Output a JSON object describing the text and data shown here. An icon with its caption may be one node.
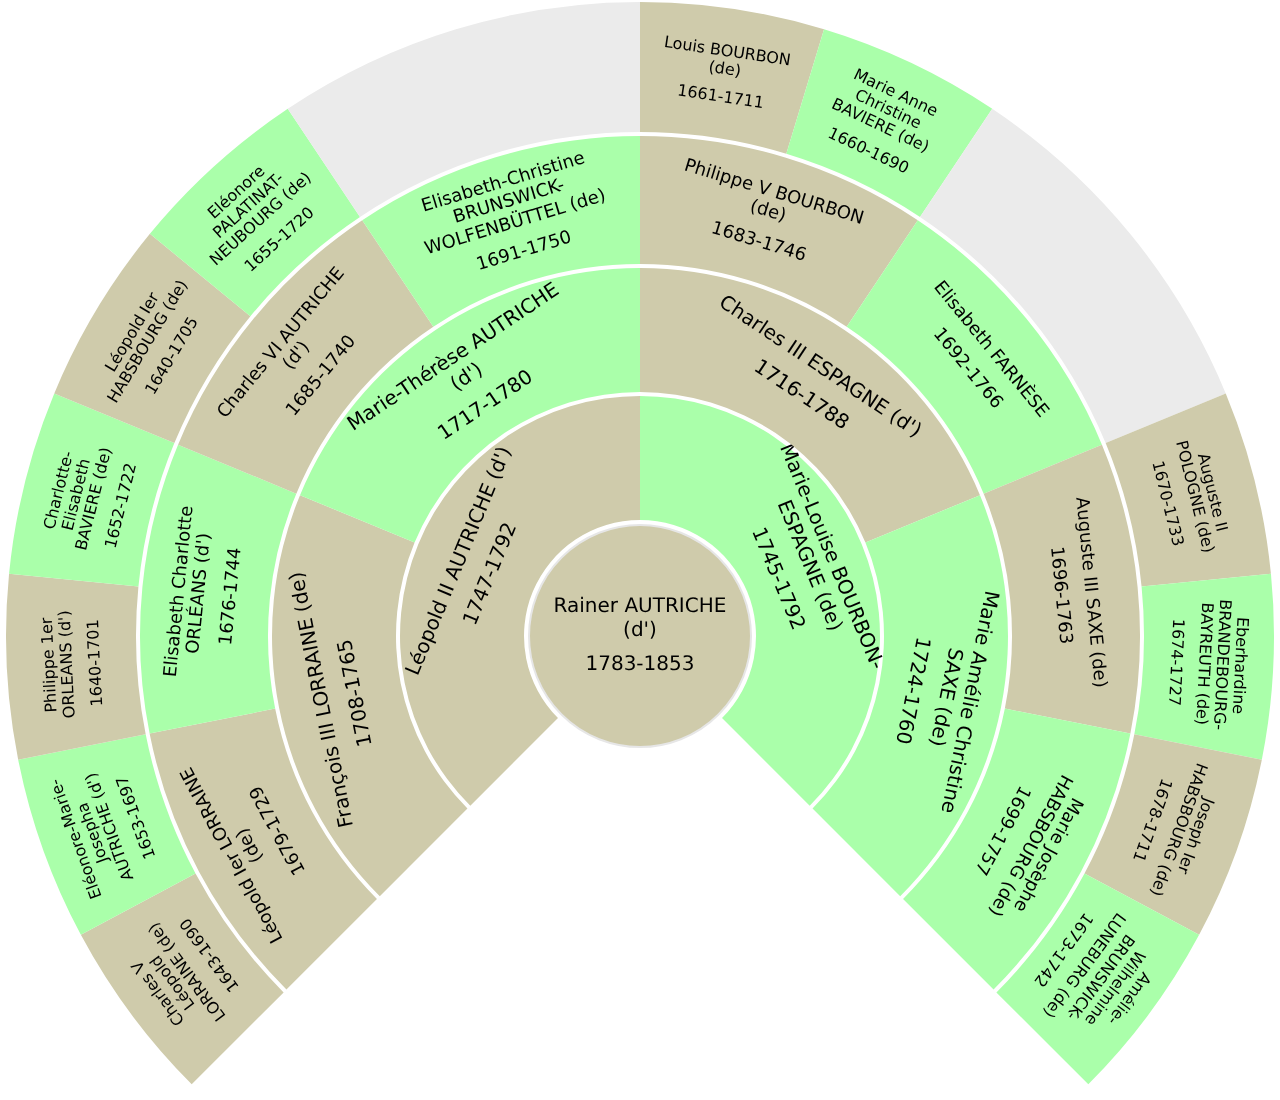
{
  "diagram": {
    "nodes": [
      {
        "text": [
          "Rainer AUTRICHE (d')",
          "1783-1853"
        ]
      },
      {
        "text": [
          "Léopold II AUTRICHE (d')",
          "1747-1792"
        ]
      },
      {
        "text": [
          "Marie-Louise BOURBON-ESPAGNE (de)",
          "1745-1792"
        ]
      },
      {
        "text": [
          "François III LORRAINE (de)",
          "1708-1765"
        ]
      },
      {
        "text": [
          "Marie-Thérèse AUTRICHE (d')",
          "1717-1780"
        ]
      },
      {
        "text": [
          "Charles III ESPAGNE (d')",
          "1716-1788"
        ]
      },
      {
        "text": [
          "Marie Amélie Christine SAXE (de)",
          "1724-1760"
        ]
      },
      {
        "text": [
          "Léopold Ier LORRAINE (de)",
          "1679-1729"
        ]
      },
      {
        "text": [
          "Elisabeth Charlotte ORLÉANS (d')",
          "1676-1744"
        ]
      },
      {
        "text": [
          "Charles VI AUTRICHE (d')",
          "1685-1740"
        ]
      },
      {
        "text": [
          "Elisabeth-Christine BRUNSWICK-WOLFENBÜTTEL (de)",
          "1691-1750"
        ]
      },
      {
        "text": [
          "Philippe V BOURBON (de)",
          "1683-1746"
        ]
      },
      {
        "text": [
          "Elisabeth FARNÈSE",
          "1692-1766"
        ]
      },
      {
        "text": [
          "Auguste III SAXE (de)",
          "1696-1763"
        ]
      },
      {
        "text": [
          "Marie Josèphe HABSBOURG (de)",
          "1699-1757"
        ]
      },
      {
        "text": [
          "Charles V Léopold LORRAINE (de)",
          "1643-1690"
        ]
      },
      {
        "text": [
          "Eléonore-Marie-Josepha AUTRICHE (d')",
          "1653-1697"
        ]
      },
      {
        "text": [
          "Philippe 1er ORLEANS (d')",
          "1640-1701"
        ]
      },
      {
        "text": [
          "Charlotte-Elisabeth BAVIERE (de)",
          "1652-1722"
        ]
      },
      {
        "text": [
          "Léopold Ier HABSBOURG (de)",
          "1640-1705"
        ]
      },
      {
        "text": [
          "Eléonore PALATINAT-NEUBOURG (de)",
          "1655-1720"
        ]
      },
      {
        "text": [],
        "shape": "sector"
      },
      {
        "text": [
          "Louis BOURBON (de)",
          "1661-1711"
        ]
      },
      {
        "text": [
          "Marie Anne Christine BAVIERE (de)",
          "1660-1690"
        ]
      },
      {
        "text": [],
        "shape": "sector"
      },
      {
        "text": [
          "Auguste II POLOGNE (de)",
          "1670-1733"
        ]
      },
      {
        "text": [
          "Eberhardine BRANDEBOURG-BAYREUTH (de)",
          "1674-1727"
        ]
      },
      {
        "text": [
          "Joseph Ier HABSBOURG (de)",
          "1678-1711"
        ]
      },
      {
        "text": [
          "Amélie-Wilhelmine BRUNSWICK-LUNEBURG (de)",
          "1673-1742"
        ]
      }
    ]
  }
}
